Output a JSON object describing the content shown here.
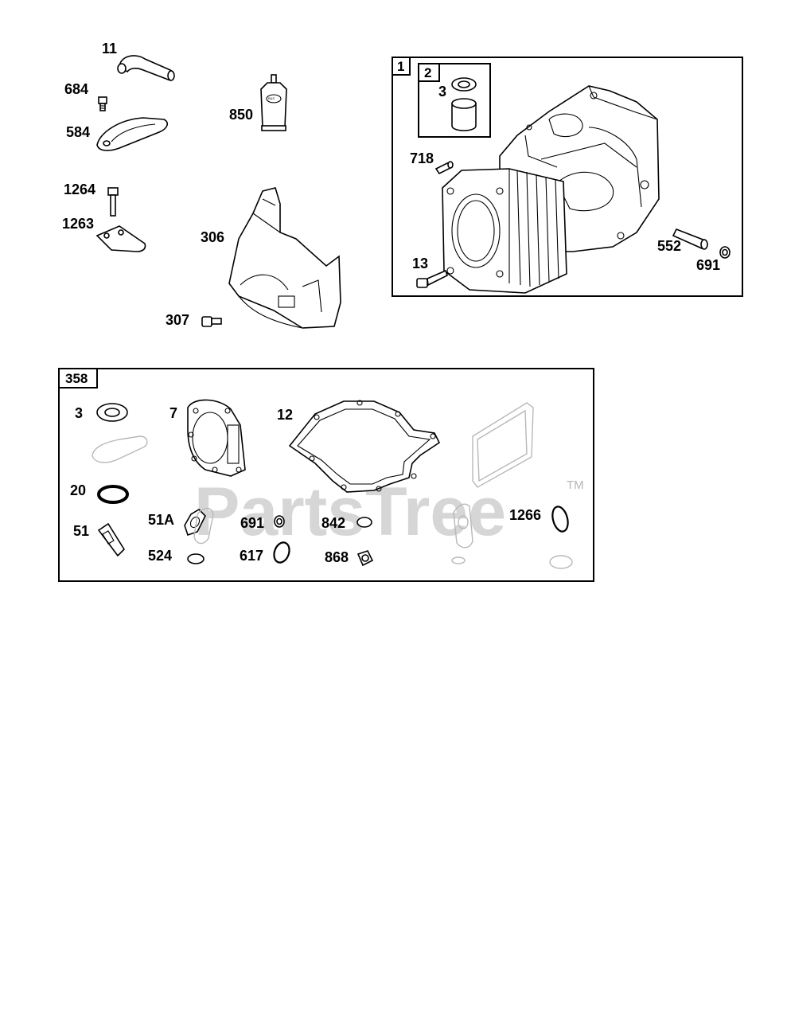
{
  "colors": {
    "line": "#000000",
    "ghost": "#b8b8b8",
    "watermark": "#cfcfcf"
  },
  "watermark": {
    "text": "PartsTree",
    "mark": "TM"
  },
  "boxes": {
    "cylinder_assembly": "1",
    "bearing_kit": "2",
    "gasket_set": "358"
  },
  "callouts": {
    "p11": "11",
    "p684": "684",
    "p584": "584",
    "p850": "850",
    "p1264": "1264",
    "p1263": "1263",
    "p306": "306",
    "p307": "307",
    "p3_top": "3",
    "p718": "718",
    "p13": "13",
    "p552": "552",
    "p691_top": "691",
    "p3_kit": "3",
    "p7": "7",
    "p12": "12",
    "p20": "20",
    "p51": "51",
    "p51a": "51A",
    "p524": "524",
    "p691_kit": "691",
    "p617": "617",
    "p842": "842",
    "p868": "868",
    "p1266": "1266"
  }
}
